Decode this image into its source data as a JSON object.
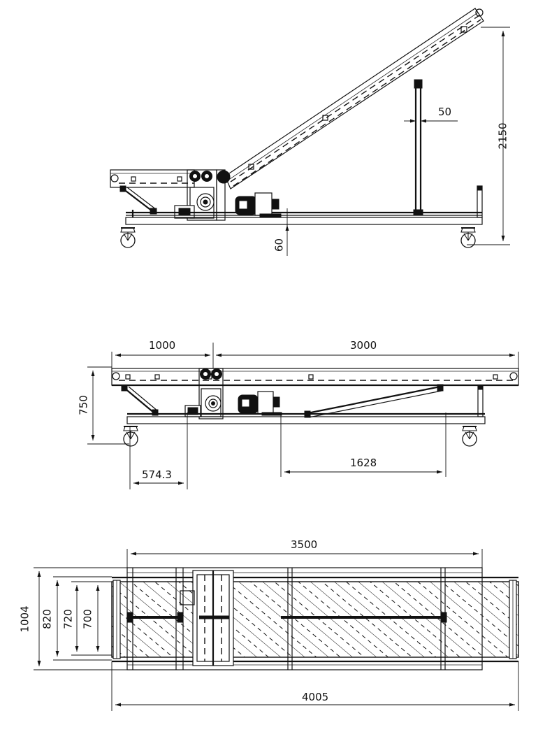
{
  "drawing": {
    "title": "Conveyor technical drawing (three views)",
    "line_color": "#111111",
    "background": "#ffffff",
    "views": [
      {
        "name": "side-view-inclined",
        "dimensions": {
          "overall_height": "2150",
          "support_column_width": "50",
          "frame_clearance": "60"
        }
      },
      {
        "name": "side-view-horizontal",
        "dimensions": {
          "feed_section_length": "1000",
          "main_section_length": "3000",
          "height": "750",
          "caster_to_drive_offset": "574.3",
          "strut_span": "1628"
        }
      },
      {
        "name": "top-view",
        "dimensions": {
          "frame_length": "3500",
          "overall_length": "4005",
          "overall_width": "1004",
          "frame_width": "820",
          "belt_frame_width": "720",
          "belt_width": "700"
        }
      }
    ]
  }
}
